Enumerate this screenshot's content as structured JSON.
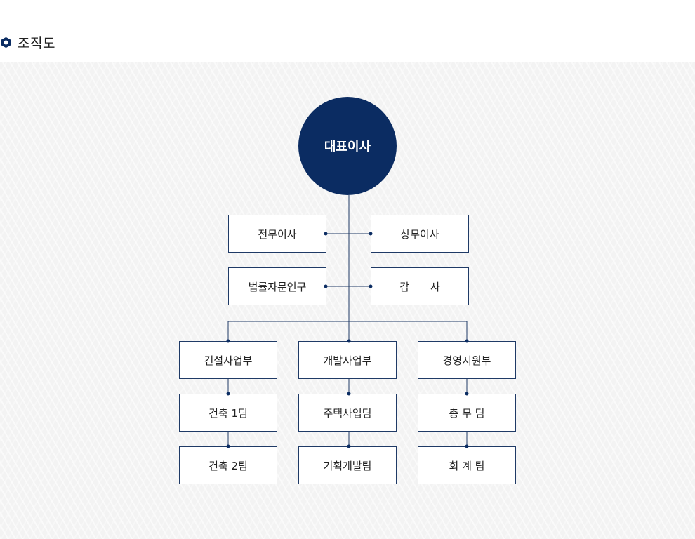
{
  "section": {
    "title": "조직도"
  },
  "colors": {
    "primary": "#0b2c62",
    "line": "#1f3a66",
    "background": "#f3f3f3"
  },
  "org": {
    "ceo": "대표이사",
    "executives": {
      "managing_director": "전무이사",
      "senior_director": "상무이사",
      "legal_research": "법률자문연구",
      "auditor": "감　　사"
    },
    "departments": [
      {
        "name": "건설사업부",
        "teams": [
          "건축 1팀",
          "건축 2팀"
        ]
      },
      {
        "name": "개발사업부",
        "teams": [
          "주택사업팀",
          "기획개발팀"
        ]
      },
      {
        "name": "경영지원부",
        "teams": [
          "총 무 팀",
          "회 계 팀"
        ]
      }
    ]
  }
}
